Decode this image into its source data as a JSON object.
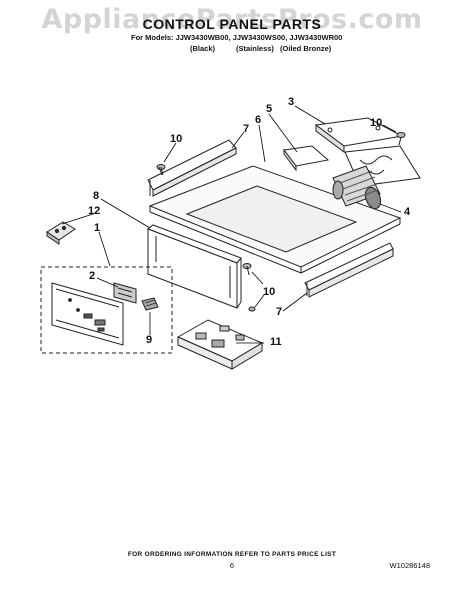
{
  "watermark": "AppliancePartsPros.com",
  "title": "CONTROL PANEL PARTS",
  "models_line": "For Models: JJW3430WB00, JJW3430WS00, JJW3430WR00",
  "variants": [
    "(Black)",
    "(Stainless)",
    "(Oiled Bronze)"
  ],
  "callouts": [
    "1",
    "2",
    "3",
    "4",
    "5",
    "6",
    "7",
    "7",
    "8",
    "9",
    "10",
    "10",
    "10",
    "11",
    "12"
  ],
  "footer": {
    "ordering_note": "FOR ORDERING INFORMATION REFER TO PARTS PRICE LIST",
    "page_number": "6",
    "part_number": "W10286148"
  }
}
